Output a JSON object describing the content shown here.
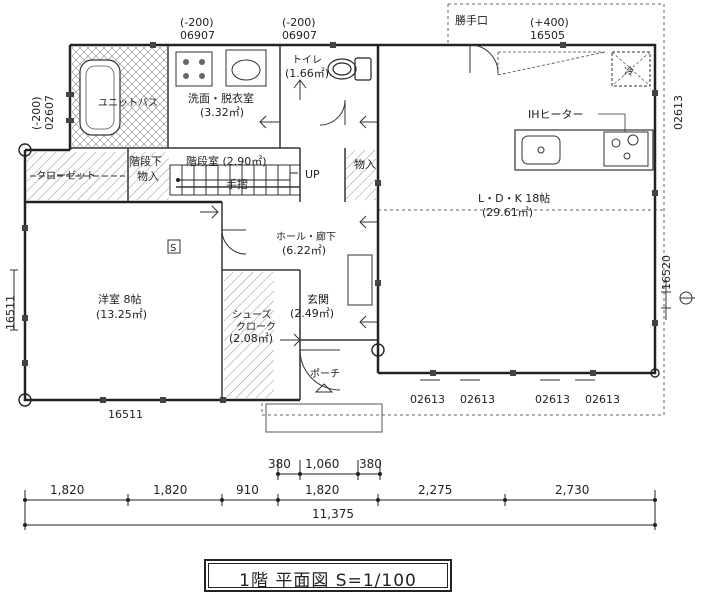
{
  "rooms": {
    "bath": "ユニットバス",
    "washroom": "洗面・脱衣室",
    "washroom_area": "(3.32㎡)",
    "toilet": "トイレ",
    "toilet_area": "(1.66㎡)",
    "closet": "クローゼット",
    "under_stairs": "階段下",
    "under_stairs_storage": "物入",
    "stairwell": "階段室 (2.90㎡)",
    "handrail": "手摺",
    "up": "UP",
    "storage": "物入",
    "hall": "ホール・廊下",
    "hall_area": "(6.22㎡)",
    "western_room": "洋室 8帖",
    "western_room_area": "(13.25㎡)",
    "entrance": "玄関",
    "entrance_area": "(2.49㎡)",
    "shoe_closet_1": "シューズ",
    "shoe_closet_2": "クローク",
    "shoe_closet_area": "(2.08㎡)",
    "porch": "ポーチ",
    "ldk": "L・D・K 18帖",
    "ldk_area": "(29.61㎡)",
    "ih_heater": "IHヒーター",
    "fridge": "冷",
    "kitchen_door": "勝手口",
    "smoke_detector": "S"
  },
  "window_codes": {
    "top_left_offset": "(-200)",
    "top_left_code": "06907",
    "top_mid_offset": "(-200)",
    "top_mid_code": "06907",
    "top_right_offset": "(+400)",
    "top_right_code": "16505",
    "left_upper_offset": "(-200)",
    "left_upper_code": "02607",
    "left_lower_code": "16511",
    "bottom_left_code": "16511",
    "right_upper_code": "02613",
    "right_lower_code": "16520",
    "bottom_1": "02613",
    "bottom_2": "02613",
    "bottom_3": "02613",
    "bottom_4": "02613"
  },
  "dimensions": {
    "sub_1": "380",
    "sub_2": "1,060",
    "sub_3": "380",
    "seg_1": "1,820",
    "seg_2": "1,820",
    "seg_3": "910",
    "seg_4": "1,820",
    "seg_5": "2,275",
    "seg_6": "2,730",
    "total": "11,375"
  },
  "title": "1階 平面図 S=1/100"
}
